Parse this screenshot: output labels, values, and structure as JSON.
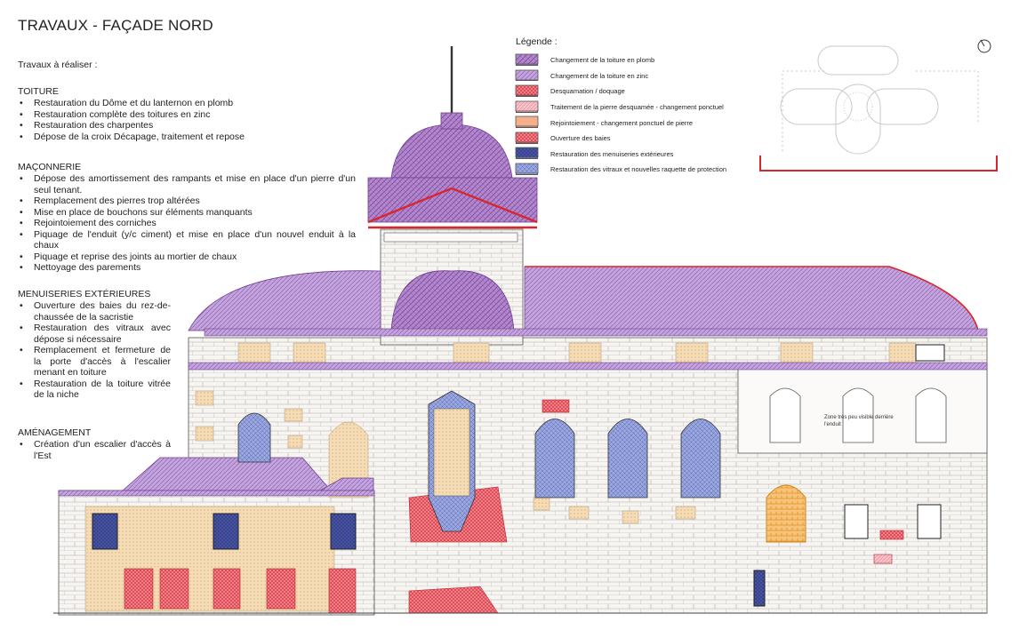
{
  "title": "TRAVAUX - FAÇADE NORD",
  "intro": "Travaux à réaliser :",
  "sections": [
    {
      "heading": "TOITURE",
      "items": [
        "Restauration du Dôme et du lanternon en plomb",
        "Restauration complète des toitures en zinc",
        "Restauration des charpentes",
        "Dépose de la croix Décapage, traitement et repose"
      ]
    },
    {
      "heading": "MAÇONNERIE",
      "items": [
        "Dépose des amortissement des rampants et mise en place d'un pierre d'un seul tenant.",
        "Remplacement des pierres trop altérées",
        "Mise en place de bouchons sur éléments manquants",
        "Rejointoiement des corniches",
        "Piquage de l'enduit (y/c ciment) et mise en place d'un nouvel enduit à la chaux",
        "Piquage et reprise des joints au mortier de chaux",
        "Nettoyage des parements"
      ]
    },
    {
      "heading": "MENUISERIES EXTÉRIEURES",
      "items": [
        "Ouverture des baies du rez-de-chaussée de la sacristie",
        "Restauration des vitraux avec dépose si nécessaire",
        "Remplacement et fermeture de la porte d'accès à l'escalier menant en toiture",
        "Restauration de la toiture vitrée de la niche"
      ]
    },
    {
      "heading": "AMÉNAGEMENT",
      "items": [
        "Création d'un escalier d'accès à l'Est"
      ]
    }
  ],
  "legend": {
    "title": "Légende :",
    "items": [
      {
        "label": "Changement de la toiture en plomb",
        "color": "#a46ec0"
      },
      {
        "label": "Changement de la toiture en zinc",
        "color": "#cfb3e3"
      },
      {
        "label": "Desquamation / doquage",
        "color": "#d93a45"
      },
      {
        "label": "Traitement de la pierre desquamée - changement ponctuel",
        "color": "#f2aab4"
      },
      {
        "label": "Rejointoiement - changement ponctuel de pierre",
        "color": "#f0a17c"
      },
      {
        "label": "Ouverture des baies",
        "color": "#ee4a52"
      },
      {
        "label": "Restauration des menuiseries extérieures",
        "color": "#6f7fc4"
      },
      {
        "label": "Restauration des vitraux et nouvelles raquette de protection",
        "color": "#b3bce6"
      }
    ]
  },
  "annotation": "Zone très peu visible derrière l'enduit",
  "colors": {
    "lead_roof": "#a46ec0",
    "zinc_roof": "#cfb3e3",
    "red_line": "#d9262d",
    "stone": "#f6f4f1",
    "beige_coat": "#f3dfbe",
    "window_blue": "#8c9ad8",
    "orange_hatch": "#f0a13c"
  },
  "icons": [
    "north-arrow-icon"
  ]
}
